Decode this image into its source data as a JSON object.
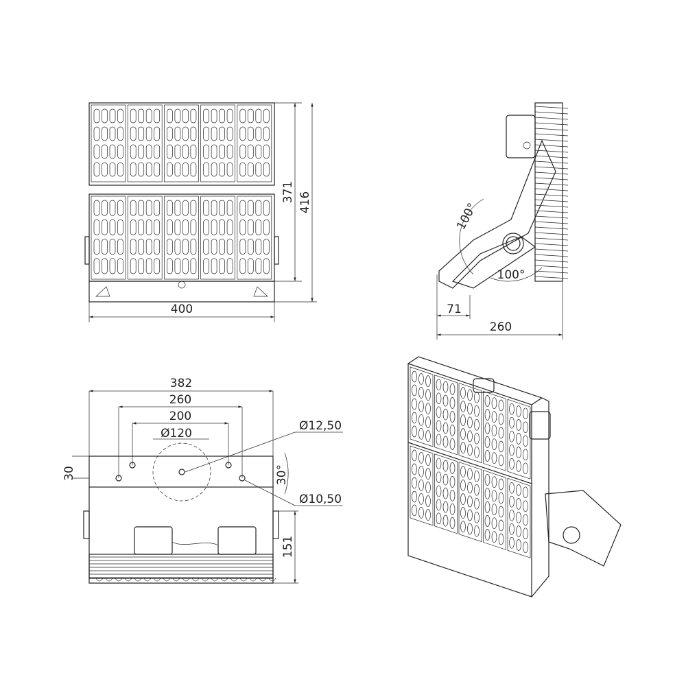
{
  "front_view": {
    "height_inner": "371",
    "height_total": "416",
    "width": "400"
  },
  "side_view": {
    "angle_up": "100°",
    "angle_down": "100°",
    "bracket_offset": "71",
    "depth": "260"
  },
  "bottom_view": {
    "width": "382",
    "hole_spacing_outer": "260",
    "hole_spacing_inner": "200",
    "center_diameter": "Ø120",
    "hole_large": "Ø12,50",
    "hole_small": "Ø10,50",
    "bracket_height": "30",
    "bracket_angle": "30°",
    "depth": "151"
  },
  "colors": {
    "line": "#222222",
    "background": "#ffffff"
  }
}
